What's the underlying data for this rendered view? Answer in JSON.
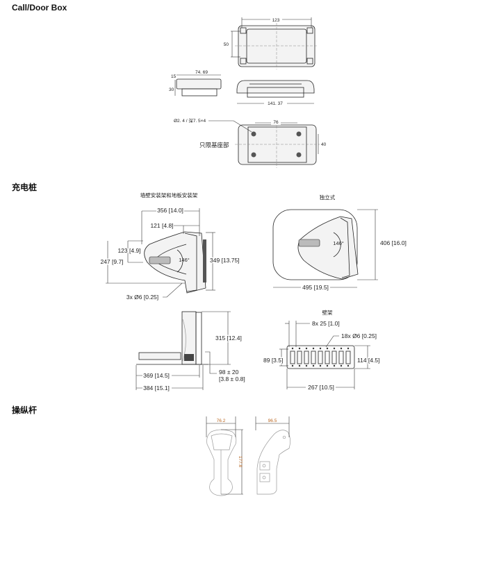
{
  "sections": {
    "call_door_box": {
      "title": "Call/Door Box",
      "dims": {
        "width": "123",
        "height": "50",
        "side_width": "74. 69",
        "side_top": "15",
        "side_height": "30",
        "front_width": "141. 37",
        "hole_spacing": "76",
        "hole_height": "40"
      },
      "hole_note": "Ø2. 4 / 深7. 5×4",
      "base_note": "只限基座部"
    },
    "charger": {
      "title": "充电桩",
      "wall_floor_label": "墙壁安装架和地板安装架",
      "standalone_label": "独立式",
      "wall_shelf_label": "壁架",
      "wall_floor": {
        "d356": "356 [14.0]",
        "d121": "121 [4.8]",
        "d123": "123 [4.9]",
        "d247": "247 [9.7]",
        "d349": "349 [13.75]",
        "holes": "3x Ø6 [0.25]",
        "angle": "146°"
      },
      "standalone": {
        "d406": "406 [16.0]",
        "d495": "495 [19.5]",
        "angle": "146°"
      },
      "side": {
        "d315": "315 [12.4]",
        "d369": "369 [14.5]",
        "d384": "384 [15.1]",
        "d98a": "98 ± 20",
        "d98b": "[3.8 ± 0.8]"
      },
      "shelf": {
        "slots": "8x 25 [1.0]",
        "holes": "18x Ø6 [0.25]",
        "d89": "89 [3.5]",
        "d114": "114 [4.5]",
        "d267": "267 [10.5]"
      }
    },
    "joystick": {
      "title": "操纵杆",
      "dims": {
        "width": "76.2",
        "height": "177.8",
        "depth": "96.5"
      }
    }
  }
}
